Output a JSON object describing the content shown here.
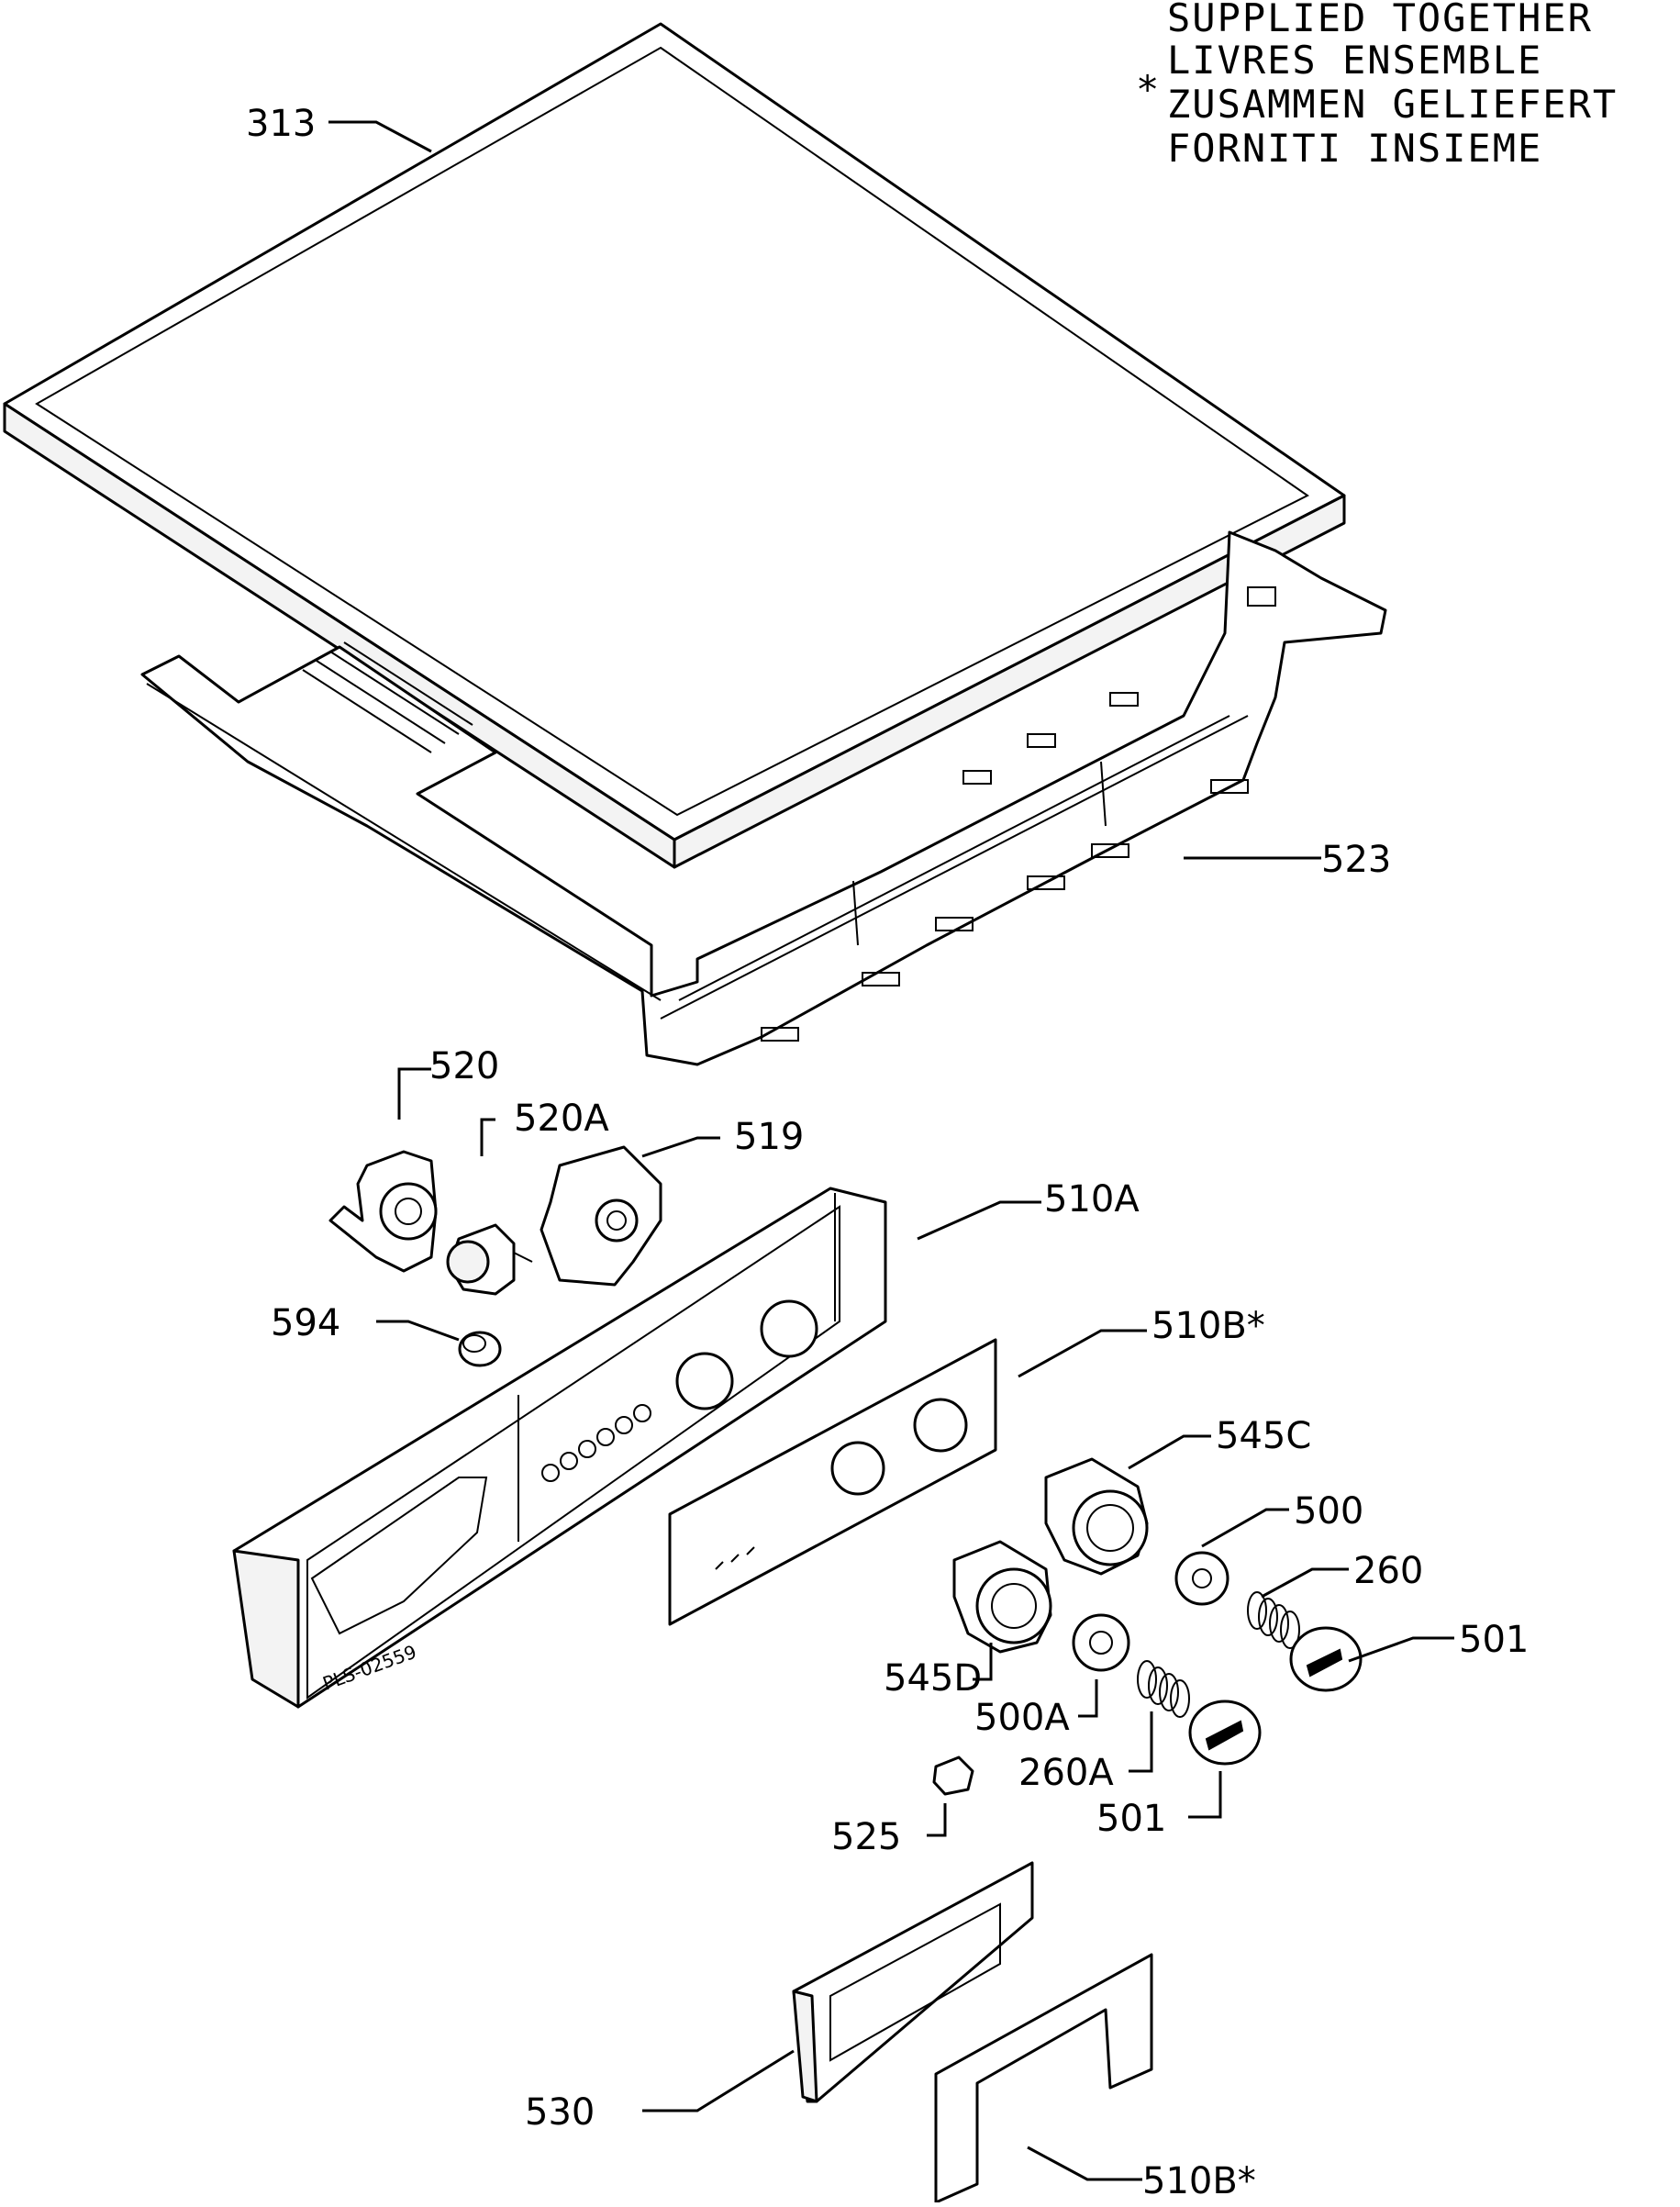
{
  "legend": {
    "asterisk": "*",
    "lines": [
      "SUPPLIED TOGETHER",
      "LIVRES ENSEMBLE",
      "ZUSAMMEN GELIEFERT",
      "FORNITI INSIEME"
    ]
  },
  "drawing_code": "PLS-02559",
  "callouts": [
    {
      "id": "top-cover",
      "label": "313"
    },
    {
      "id": "frame",
      "label": "523"
    },
    {
      "id": "selector-housing",
      "label": "520"
    },
    {
      "id": "selector-gear",
      "label": "520A"
    },
    {
      "id": "selector-cam",
      "label": "519"
    },
    {
      "id": "cap",
      "label": "594"
    },
    {
      "id": "control-panel",
      "label": "510A"
    },
    {
      "id": "panel-insert",
      "label": "510B*"
    },
    {
      "id": "knob-bush-c",
      "label": "545C"
    },
    {
      "id": "knob-bush-d",
      "label": "545D"
    },
    {
      "id": "bearing",
      "label": "500"
    },
    {
      "id": "bearing-a",
      "label": "500A"
    },
    {
      "id": "spring",
      "label": "260"
    },
    {
      "id": "spring-a",
      "label": "260A"
    },
    {
      "id": "knob-right",
      "label": "501"
    },
    {
      "id": "knob-left",
      "label": "501"
    },
    {
      "id": "button",
      "label": "525"
    },
    {
      "id": "dispenser-handle",
      "label": "530"
    },
    {
      "id": "handle-insert",
      "label": "510B*"
    }
  ]
}
